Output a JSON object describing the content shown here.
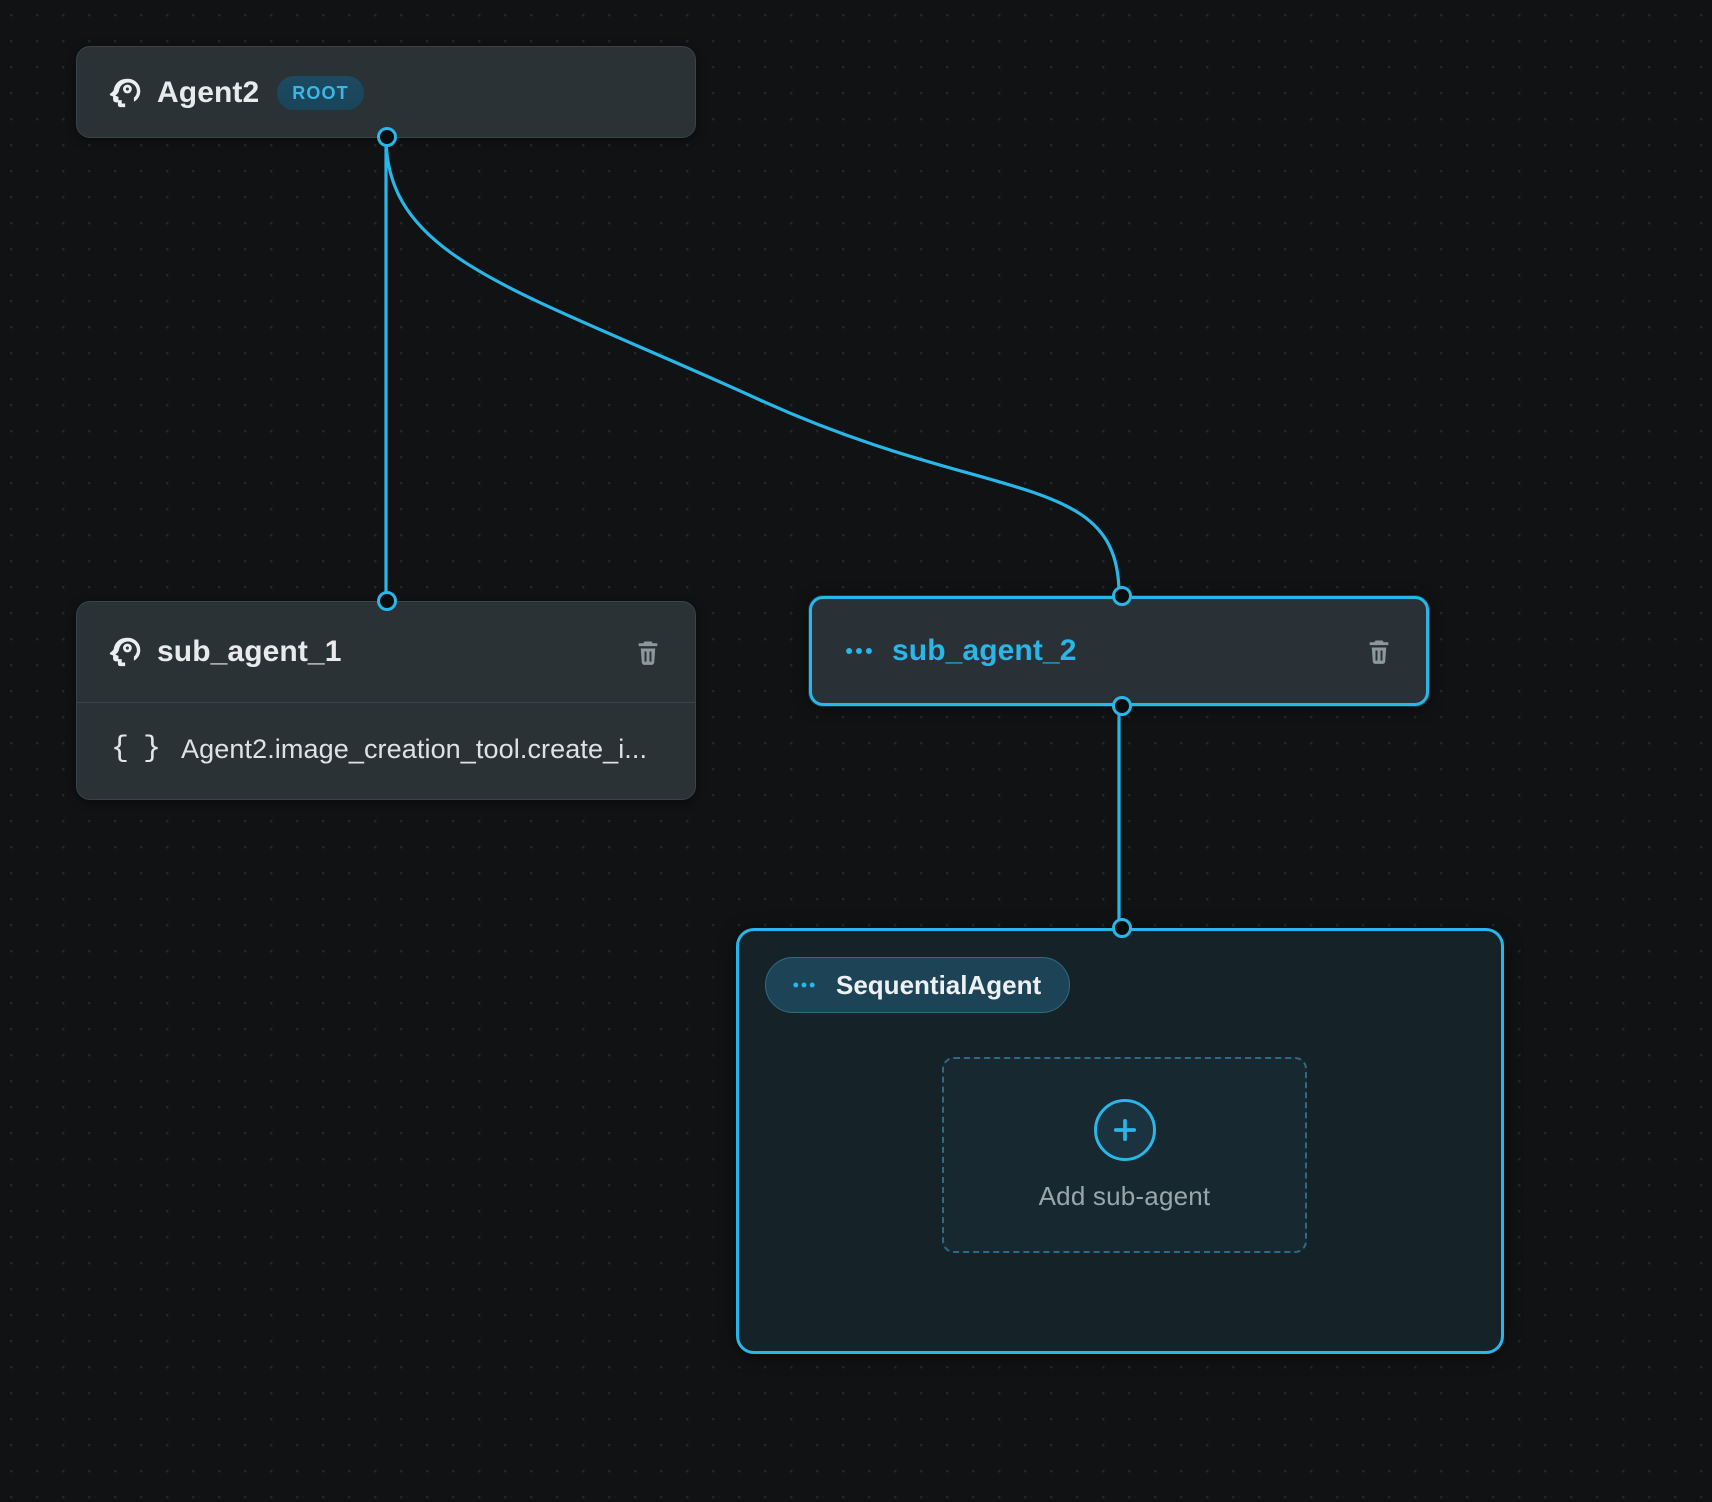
{
  "canvas": {
    "background_color": "#111213",
    "accent_color": "#29b6e8",
    "node_background_color": "#2b3236",
    "group_background_color": "#152329"
  },
  "nodes": {
    "root": {
      "title": "Agent2",
      "badge": "ROOT",
      "icon": "psychology-icon"
    },
    "sub_agent_1": {
      "title": "sub_agent_1",
      "icon": "psychology-icon",
      "delete_icon": "trash-icon",
      "tools": [
        {
          "icon": "braces-icon",
          "brace": "{ }",
          "label": "Agent2.image_creation_tool.create_i..."
        }
      ]
    },
    "sub_agent_2": {
      "title": "sub_agent_2",
      "icon": "more-horizontal-icon",
      "delete_icon": "trash-icon",
      "selected": true
    },
    "sequential_agent": {
      "badge_label": "SequentialAgent",
      "badge_icon": "more-horizontal-icon",
      "dropzone": {
        "plus_icon": "plus-icon",
        "label": "Add sub-agent"
      }
    }
  },
  "edges": [
    {
      "from": "root",
      "to": "sub_agent_1"
    },
    {
      "from": "root",
      "to": "sub_agent_2"
    },
    {
      "from": "sub_agent_2",
      "to": "sequential_agent"
    }
  ]
}
